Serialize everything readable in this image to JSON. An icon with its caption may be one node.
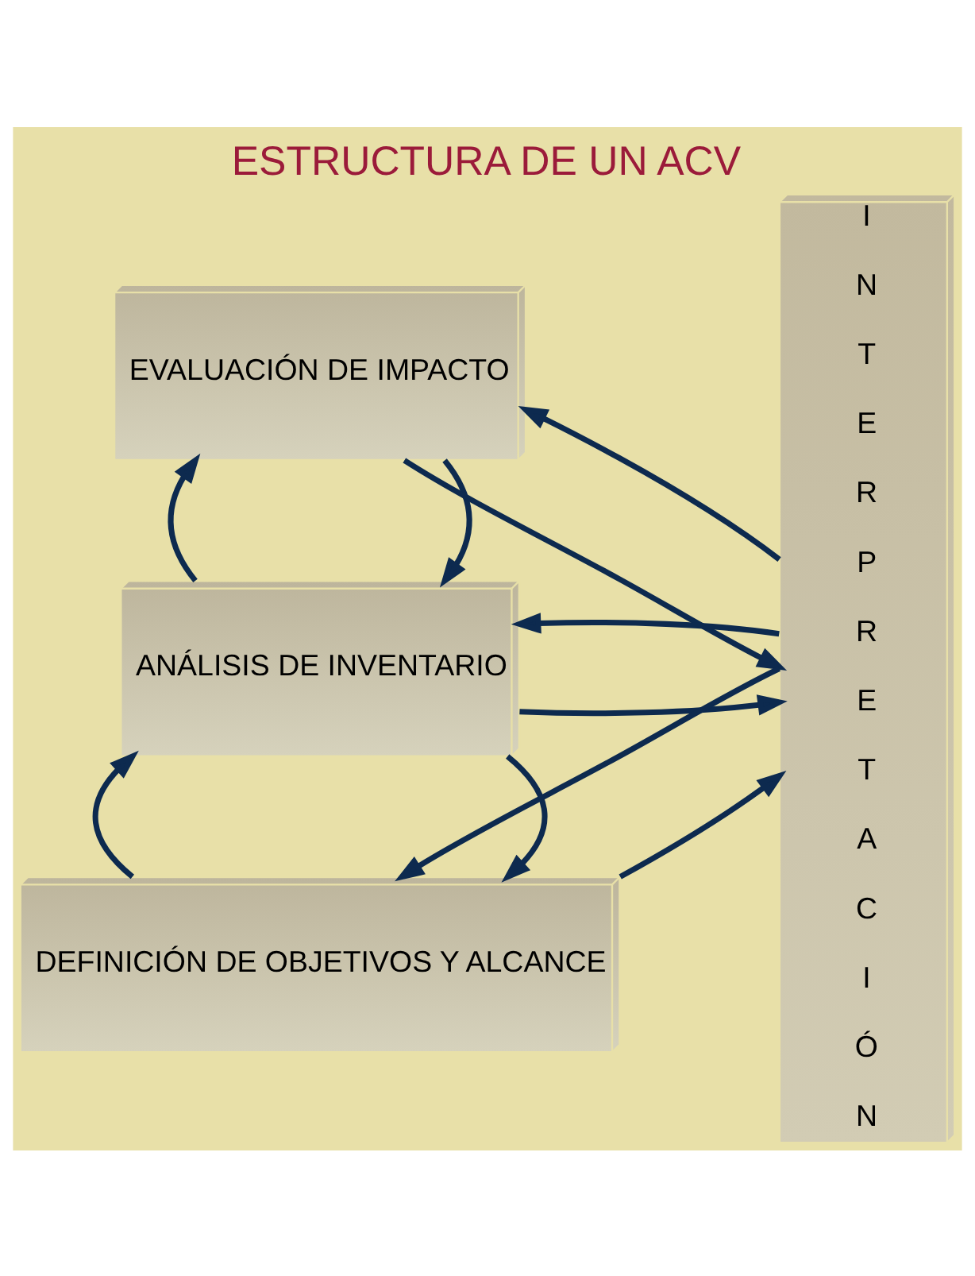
{
  "diagram": {
    "title": "ESTRUCTURA DE UN ACV",
    "nodes": [
      {
        "text": [
          "DEFINICIÓN DE OBJETIVOS Y ALCANCE"
        ]
      },
      {
        "text": [
          "ANÁLISIS DE INVENTARIO"
        ]
      },
      {
        "text": [
          "EVALUACIÓN DE IMPACTO"
        ]
      },
      {
        "text": [
          "INTERPRETACIÓN"
        ]
      }
    ],
    "edges": [
      {
        "from": 0,
        "to": 3,
        "arrow": "to"
      },
      {
        "from": 3,
        "to": 0,
        "arrow": "to"
      },
      {
        "from": 1,
        "to": 0,
        "arrow": "to"
      },
      {
        "from": 0,
        "to": 1,
        "arrow": "to"
      },
      {
        "from": 1,
        "to": 3,
        "arrow": "to"
      },
      {
        "from": 3,
        "to": 1,
        "arrow": "to"
      },
      {
        "from": 2,
        "to": 1,
        "arrow": "to"
      },
      {
        "from": 1,
        "to": 2,
        "arrow": "to"
      },
      {
        "from": 2,
        "to": 3,
        "arrow": "to"
      },
      {
        "from": 3,
        "to": 2,
        "arrow": "to"
      }
    ]
  }
}
